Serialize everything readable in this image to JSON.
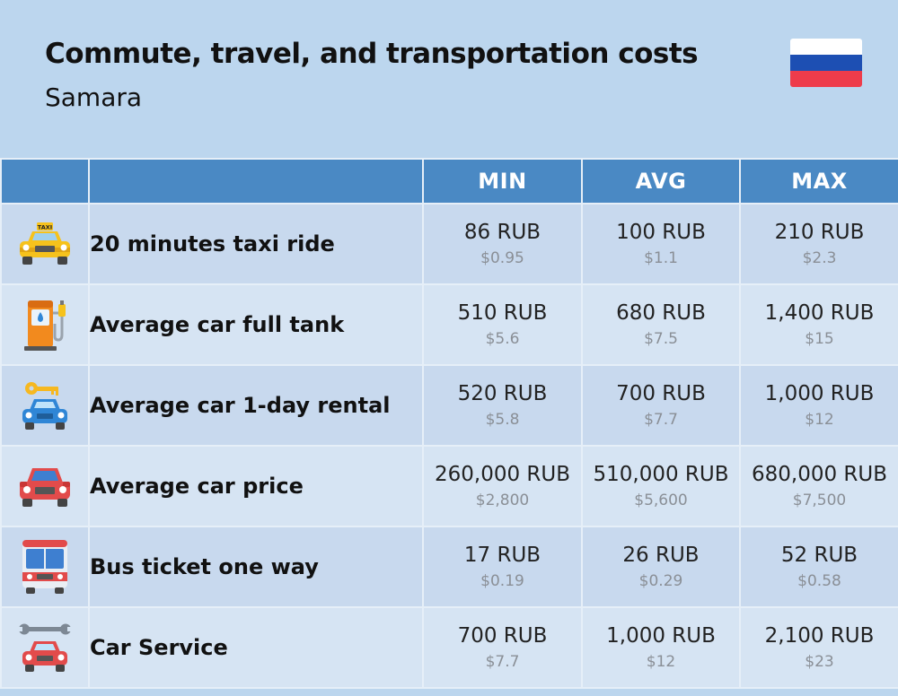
{
  "header": {
    "title": "Commute, travel, and transportation costs",
    "city": "Samara",
    "flag_colors": [
      "#ffffff",
      "#1d4fb3",
      "#ee3c4b"
    ]
  },
  "columns": [
    "MIN",
    "AVG",
    "MAX"
  ],
  "colors": {
    "header_bg": "#4a89c4",
    "page_bg": "#bcd6ee",
    "row_odd": "#c8d9ee",
    "row_even": "#d6e4f3"
  },
  "rows": [
    {
      "icon": "taxi-icon",
      "label": "20 minutes taxi ride",
      "min": {
        "rub": "86 RUB",
        "usd": "$0.95"
      },
      "avg": {
        "rub": "100 RUB",
        "usd": "$1.1"
      },
      "max": {
        "rub": "210 RUB",
        "usd": "$2.3"
      },
      "icon_text": "TAXI"
    },
    {
      "icon": "fuel-pump-icon",
      "label": "Average car full tank",
      "min": {
        "rub": "510 RUB",
        "usd": "$5.6"
      },
      "avg": {
        "rub": "680 RUB",
        "usd": "$7.5"
      },
      "max": {
        "rub": "1,400 RUB",
        "usd": "$15"
      }
    },
    {
      "icon": "car-key-icon",
      "label": "Average car 1-day rental",
      "min": {
        "rub": "520 RUB",
        "usd": "$5.8"
      },
      "avg": {
        "rub": "700 RUB",
        "usd": "$7.7"
      },
      "max": {
        "rub": "1,000 RUB",
        "usd": "$12"
      }
    },
    {
      "icon": "car-icon",
      "label": "Average car price",
      "min": {
        "rub": "260,000 RUB",
        "usd": "$2,800"
      },
      "avg": {
        "rub": "510,000 RUB",
        "usd": "$5,600"
      },
      "max": {
        "rub": "680,000 RUB",
        "usd": "$7,500"
      }
    },
    {
      "icon": "bus-icon",
      "label": "Bus ticket one way",
      "min": {
        "rub": "17 RUB",
        "usd": "$0.19"
      },
      "avg": {
        "rub": "26 RUB",
        "usd": "$0.29"
      },
      "max": {
        "rub": "52 RUB",
        "usd": "$0.58"
      }
    },
    {
      "icon": "wrench-car-icon",
      "label": "Car Service",
      "min": {
        "rub": "700 RUB",
        "usd": "$7.7"
      },
      "avg": {
        "rub": "1,000 RUB",
        "usd": "$12"
      },
      "max": {
        "rub": "2,100 RUB",
        "usd": "$23"
      }
    }
  ]
}
